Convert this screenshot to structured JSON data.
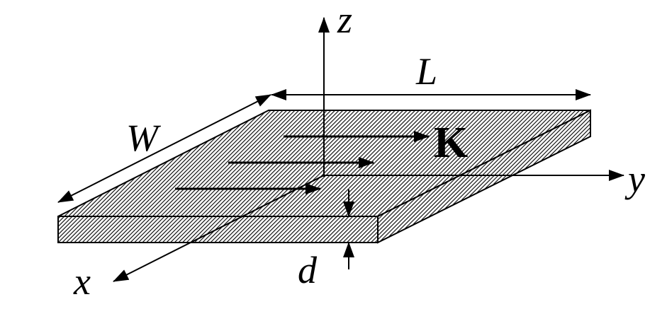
{
  "labels": {
    "z_axis": "z",
    "y_axis": "y",
    "x_axis": "x",
    "length": "L",
    "width": "W",
    "thickness": "d",
    "current_density": "K"
  },
  "colors": {
    "ink": "#000000",
    "background": "#ffffff",
    "hatch": "#000000"
  }
}
